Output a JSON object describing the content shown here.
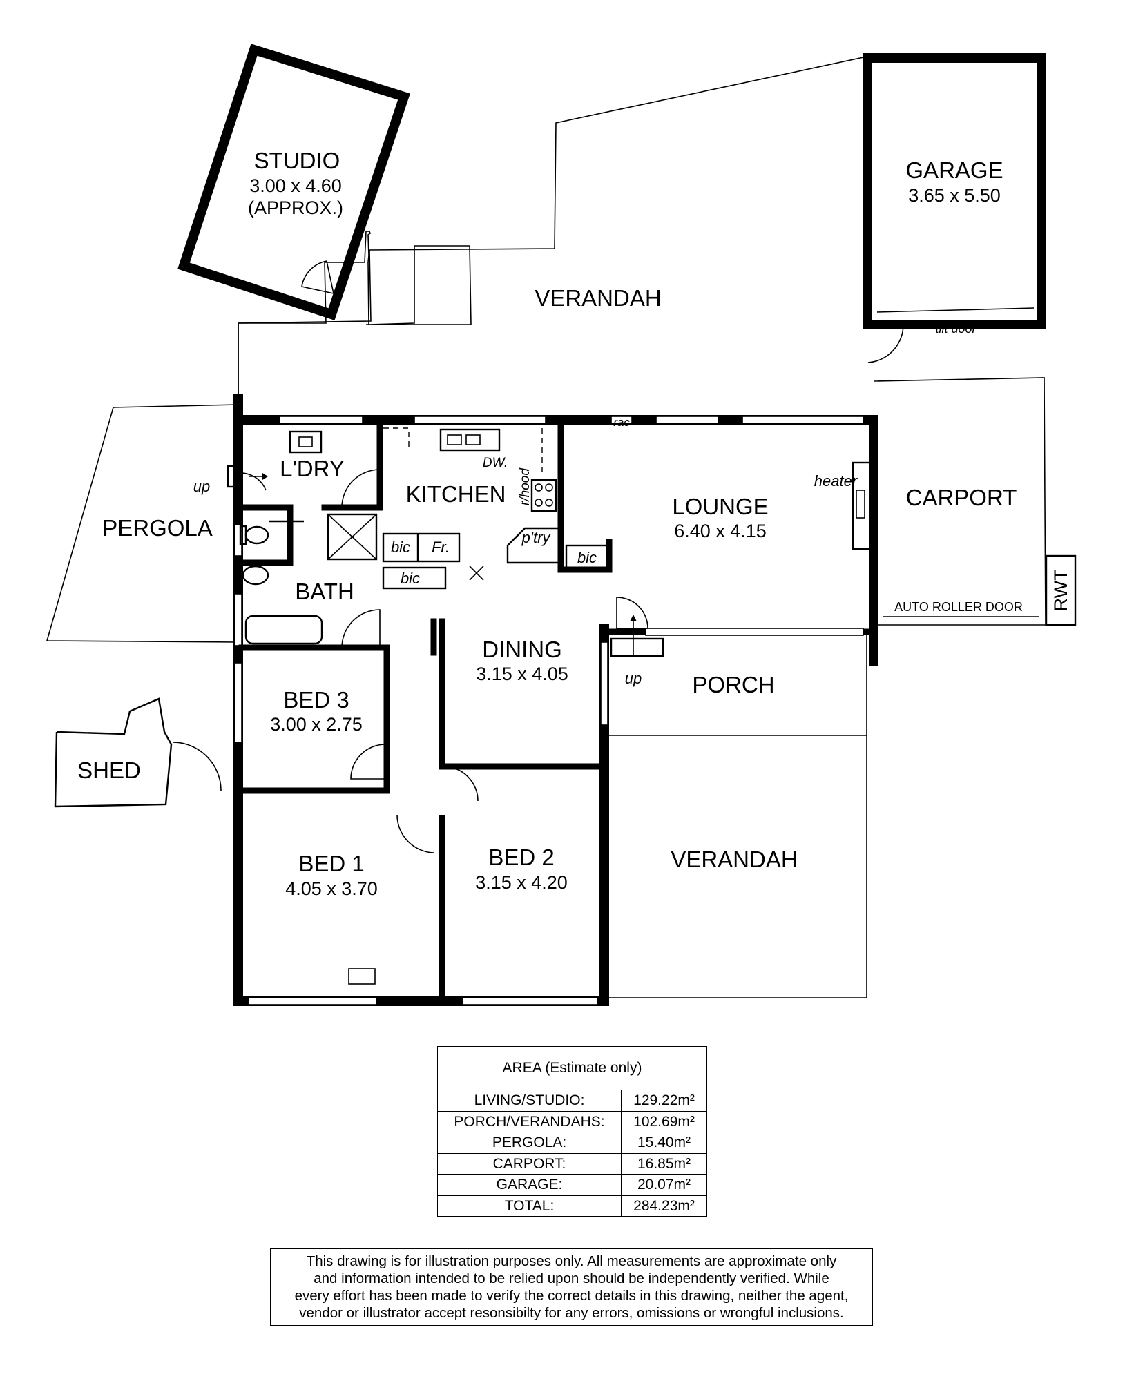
{
  "rooms": {
    "studio": {
      "name": "STUDIO",
      "dim": "3.00 x 4.60",
      "note": "(APPROX.)"
    },
    "garage": {
      "name": "GARAGE",
      "dim": "3.65 x 5.50",
      "door": "tilt door"
    },
    "verandah_rear": {
      "name": "VERANDAH"
    },
    "verandah_front": {
      "name": "VERANDAH"
    },
    "pergola": {
      "name": "PERGOLA"
    },
    "laundry": {
      "name": "L'DRY"
    },
    "kitchen": {
      "name": "KITCHEN"
    },
    "lounge": {
      "name": "LOUNGE",
      "dim": "6.40 x 4.15"
    },
    "carport": {
      "name": "CARPORT",
      "door": "AUTO ROLLER DOOR"
    },
    "bath": {
      "name": "BATH"
    },
    "dining": {
      "name": "DINING",
      "dim": "3.15 x 4.05"
    },
    "porch": {
      "name": "PORCH"
    },
    "bed3": {
      "name": "BED 3",
      "dim": "3.00 x 2.75"
    },
    "bed1": {
      "name": "BED 1",
      "dim": "4.05 x 3.70"
    },
    "bed2": {
      "name": "BED 2",
      "dim": "3.15 x 4.20"
    },
    "shed": {
      "name": "SHED"
    }
  },
  "fixtures": {
    "rac": "rac",
    "ac": "ac",
    "dw": "DW.",
    "rhood": "r/hood",
    "pantry": "p'try",
    "fridge": "Fr.",
    "bic": "bic",
    "heater": "heater",
    "up": "up",
    "rwt": "RWT"
  },
  "area_table": {
    "title": "AREA (Estimate only)",
    "rows": [
      {
        "label": "LIVING/STUDIO:",
        "value": "129.22m²"
      },
      {
        "label": "PORCH/VERANDAHS:",
        "value": "102.69m²"
      },
      {
        "label": "PERGOLA:",
        "value": "15.40m²"
      },
      {
        "label": "CARPORT:",
        "value": "16.85m²"
      },
      {
        "label": "GARAGE:",
        "value": "20.07m²"
      },
      {
        "label": "TOTAL:",
        "value": "284.23m²"
      }
    ]
  },
  "disclaimer": [
    "This drawing is for illustration purposes only. All measurements are approximate only",
    "and information intended to be relied upon should be independently verified. While",
    "every effort has been made to verify the correct details in this drawing, neither the agent,",
    "vendor or illustrator accept resonsibilty for any errors, omissions or wrongful inclusions."
  ]
}
